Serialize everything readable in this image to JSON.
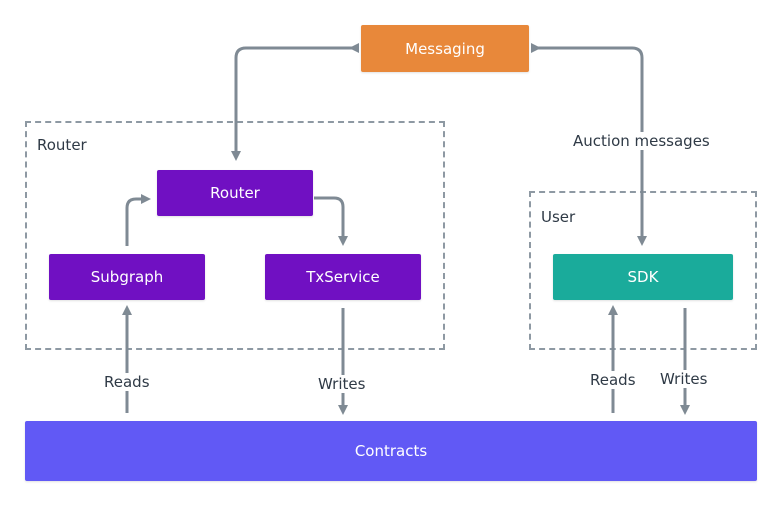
{
  "groups": {
    "router": "Router",
    "user": "User"
  },
  "nodes": {
    "messaging": "Messaging",
    "router": "Router",
    "subgraph": "Subgraph",
    "txservice": "TxService",
    "sdk": "SDK",
    "contracts": "Contracts"
  },
  "edge_labels": {
    "auction_messages": "Auction messages",
    "reads_router": "Reads",
    "writes_router": "Writes",
    "reads_user": "Reads",
    "writes_user": "Writes"
  },
  "colors": {
    "messaging": "#e8883a",
    "router_nodes": "#7010c2",
    "sdk": "#1aab9b",
    "contracts": "#6159f5",
    "edges": "#7f8a94",
    "group_border": "#8e99a3"
  }
}
